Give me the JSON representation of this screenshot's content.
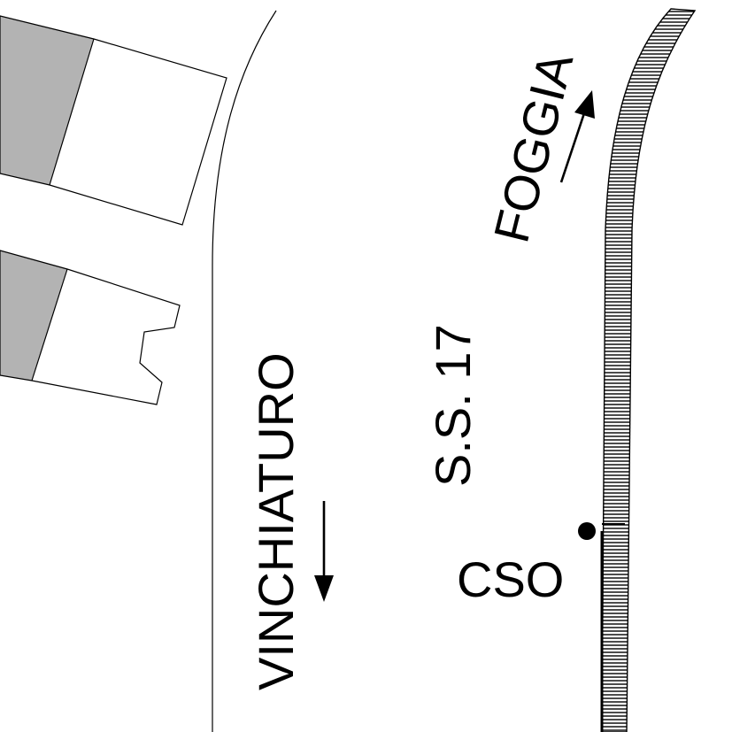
{
  "labels": {
    "road_name": "S.S. 17",
    "direction_north": "FOGGIA",
    "direction_south": "VINCHIATURO",
    "point_label": "CSO"
  },
  "colors": {
    "background": "#ffffff",
    "ink": "#000000",
    "building_shade": "#b3b3b3"
  },
  "icons": {
    "direction_north": "arrow-up-right-icon",
    "direction_south": "arrow-down-icon",
    "point_marker": "dot-marker-icon"
  }
}
